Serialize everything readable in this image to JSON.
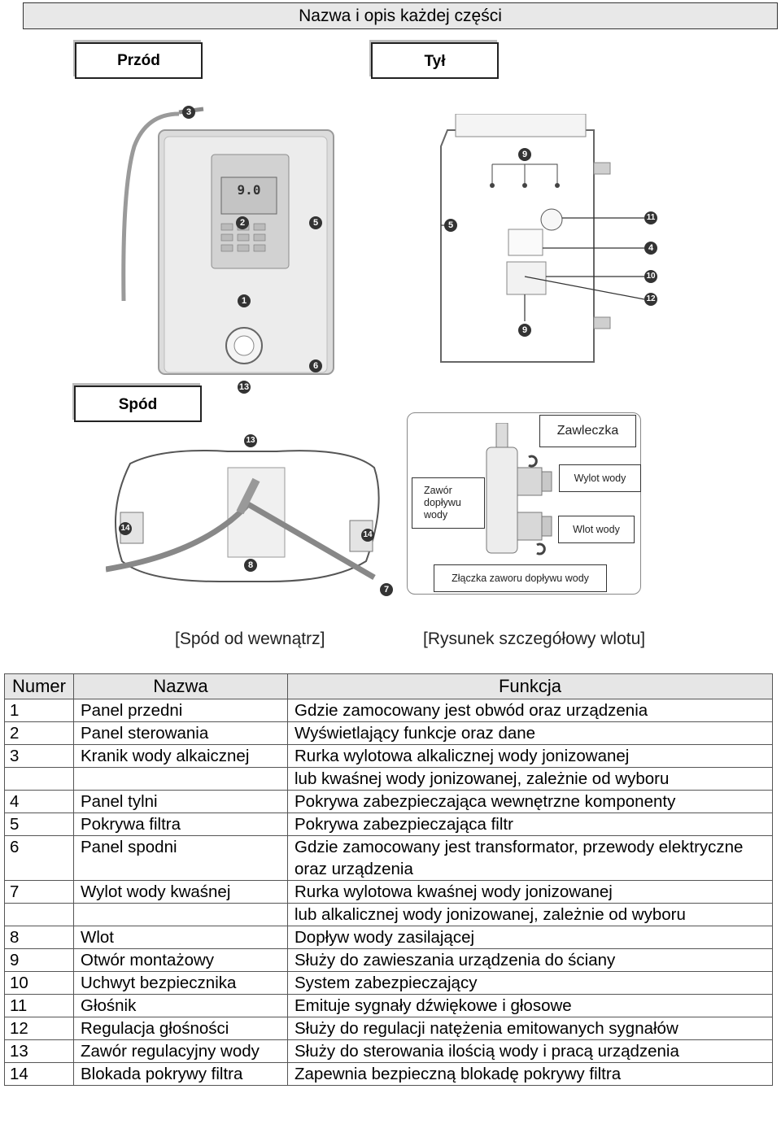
{
  "title": "Nazwa i opis każdej części",
  "views": {
    "front_label": "Przód",
    "back_label": "Tył",
    "bottom_label": "Spód"
  },
  "front_callouts": [
    "3",
    "2",
    "5",
    "1",
    "6",
    "13"
  ],
  "back_callouts": [
    "9",
    "5",
    "11",
    "4",
    "10",
    "12",
    "9"
  ],
  "bottom_callouts": [
    "13",
    "14",
    "14",
    "8",
    "7"
  ],
  "lcd_display": "9.0",
  "inlet_detail": {
    "pin_label": "Zawleczka",
    "valve_label": "Zawór dopływu wody",
    "outlet_label": "Wylot wody",
    "inlet_label": "Wlot wody",
    "connector_label": "Złączka zaworu dopływu wody"
  },
  "captions": {
    "bottom_inside": "[Spód od wewnątrz]",
    "inlet_detail": "[Rysunek szczegółowy wlotu]"
  },
  "table": {
    "headers": [
      "Numer",
      "Nazwa",
      "Funkcja"
    ],
    "rows": [
      {
        "num": "1",
        "name": "Panel przedni",
        "func": "Gdzie zamocowany jest obwód oraz urządzenia"
      },
      {
        "num": "2",
        "name": "Panel sterowania",
        "func": "Wyświetlający funkcje oraz dane"
      },
      {
        "num": "3",
        "name": "Kranik wody alkaicznej",
        "func": "Rurka wylotowa alkalicznej wody jonizowanej"
      },
      {
        "num": "",
        "name": "",
        "func": "lub kwaśnej wody jonizowanej, zależnie od wyboru"
      },
      {
        "num": "4",
        "name": "Panel tylni",
        "func": "Pokrywa zabezpieczająca wewnętrzne komponenty"
      },
      {
        "num": "5",
        "name": "Pokrywa filtra",
        "func": "Pokrywa zabezpieczająca filtr"
      },
      {
        "num": "6",
        "name": "Panel spodni",
        "func": "Gdzie zamocowany jest transformator, przewody elektryczne oraz urządzenia"
      },
      {
        "num": "7",
        "name": "Wylot wody kwaśnej",
        "func": "Rurka wylotowa kwaśnej wody jonizowanej"
      },
      {
        "num": "",
        "name": "",
        "func": "lub alkalicznej wody jonizowanej, zależnie od wyboru"
      },
      {
        "num": "8",
        "name": "Wlot",
        "func": "Dopływ wody zasilającej"
      },
      {
        "num": "9",
        "name": "Otwór montażowy",
        "func": "Służy do zawieszania urządzenia do ściany"
      },
      {
        "num": "10",
        "name": "Uchwyt bezpiecznika",
        "func": "System zabezpieczający"
      },
      {
        "num": "11",
        "name": "Głośnik",
        "func": "Emituje sygnały dźwiękowe i głosowe"
      },
      {
        "num": "12",
        "name": "Regulacja głośności",
        "func": "Służy do regulacji natężenia emitowanych sygnałów"
      },
      {
        "num": "13",
        "name": "Zawór regulacyjny wody",
        "func": "Służy do sterowania ilością wody i pracą urządzenia"
      },
      {
        "num": "14",
        "name": "Blokada pokrywy filtra",
        "func": "Zapewnia bezpieczną blokadę pokrywy filtra"
      }
    ]
  }
}
